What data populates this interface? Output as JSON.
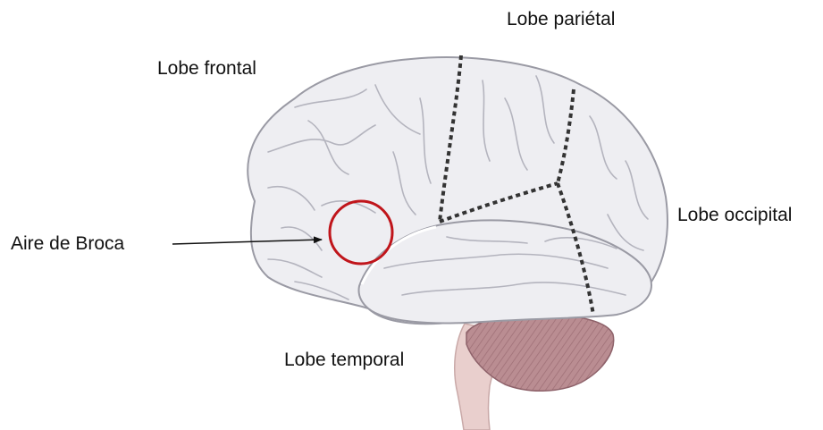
{
  "labels": {
    "parietal": "Lobe pariétal",
    "frontal": "Lobe frontal",
    "occipital": "Lobe occipital",
    "broca": "Aire de Broca",
    "temporal": "Lobe temporal"
  },
  "colors": {
    "brain_fill": "#eeeef2",
    "brain_outline": "#9a9aa4",
    "sulcus": "#b4b4be",
    "cerebellum": "#b98b90",
    "brainstem": "#e9cfcd",
    "broca_circle": "#c0151b",
    "divider": "#333333",
    "arrow": "#111111"
  }
}
